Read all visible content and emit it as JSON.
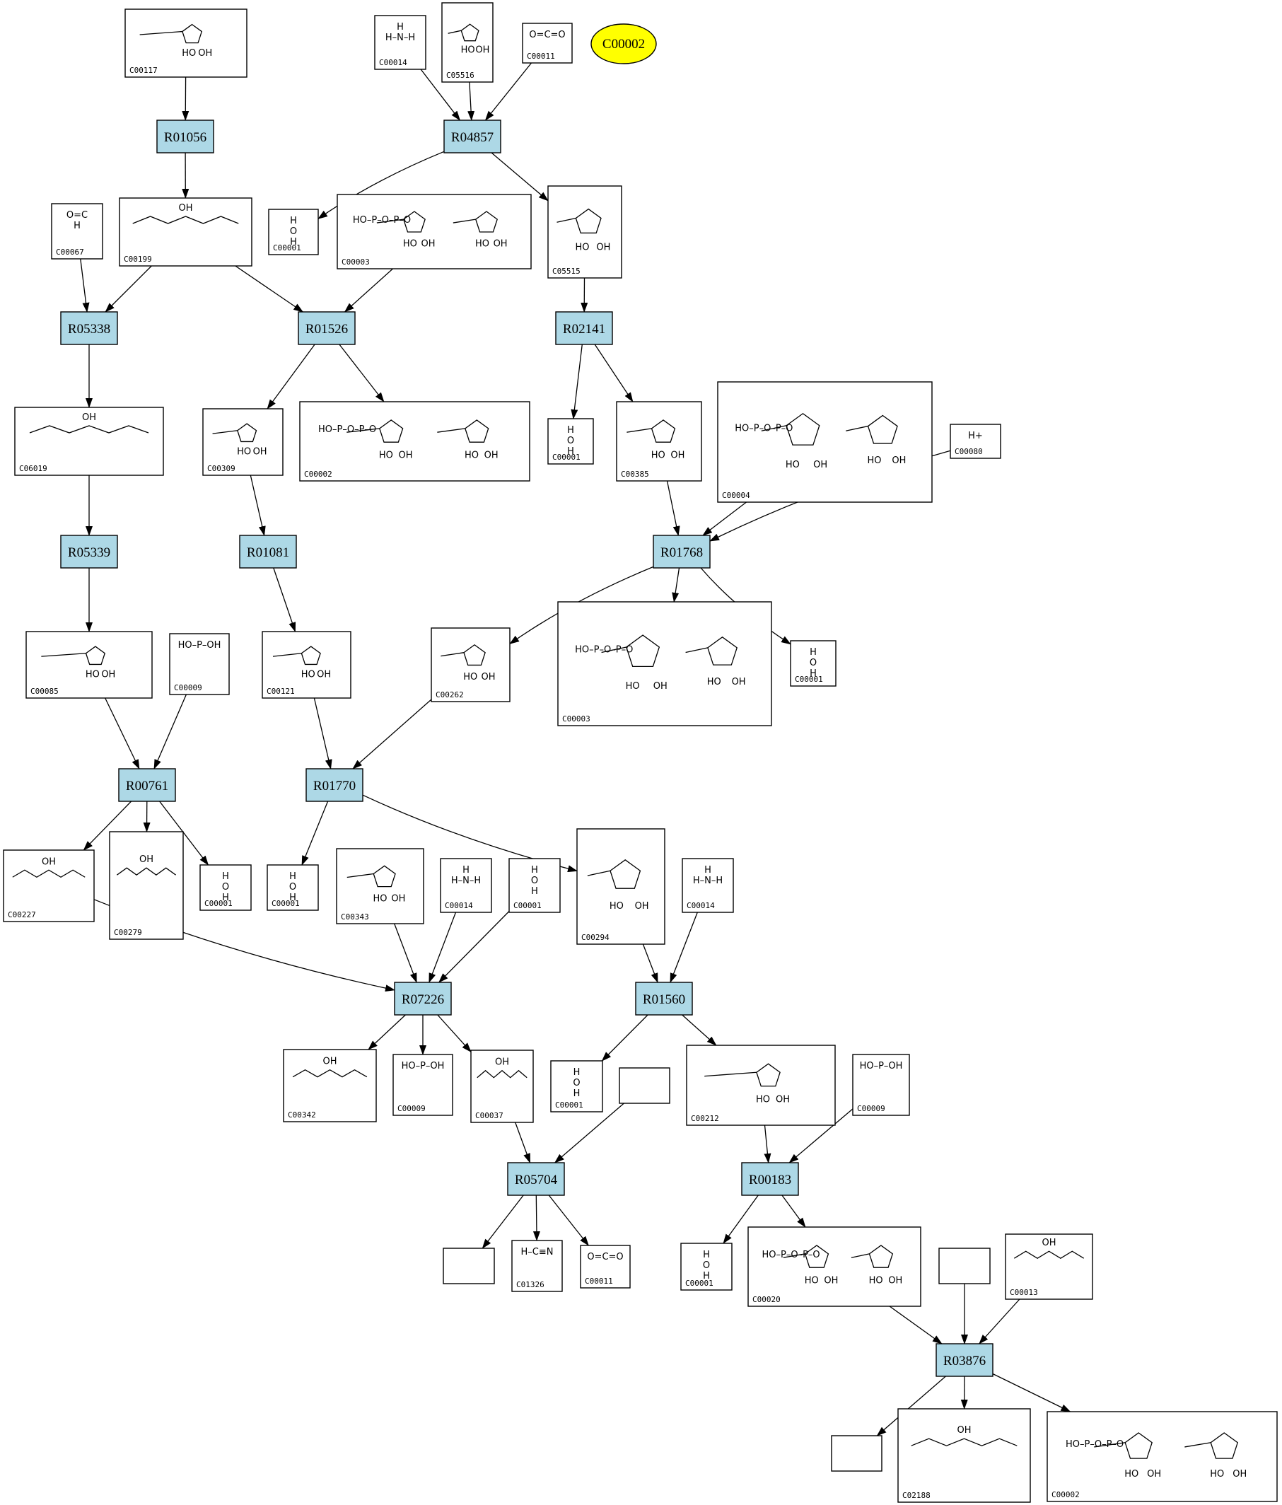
{
  "highlight": {
    "id": "C00002"
  },
  "reactions": [
    {
      "id": "R01056"
    },
    {
      "id": "R04857"
    },
    {
      "id": "R05338"
    },
    {
      "id": "R01526"
    },
    {
      "id": "R02141"
    },
    {
      "id": "R05339"
    },
    {
      "id": "R01081"
    },
    {
      "id": "R01768"
    },
    {
      "id": "R00761"
    },
    {
      "id": "R01770"
    },
    {
      "id": "R07226"
    },
    {
      "id": "R01560"
    },
    {
      "id": "R05704"
    },
    {
      "id": "R00183"
    },
    {
      "id": "R03876"
    }
  ],
  "compounds": [
    {
      "label": "C00117",
      "struct": "ring"
    },
    {
      "label": "C00014",
      "struct": "small",
      "atoms": [
        "H",
        "H–N–H"
      ]
    },
    {
      "label": "C05516",
      "struct": "ring"
    },
    {
      "label": "C00011",
      "struct": "small",
      "atoms": [
        "O=C=O"
      ]
    },
    {
      "label": "C00199",
      "struct": "chain"
    },
    {
      "label": "C00001",
      "struct": "small",
      "atoms": [
        "H",
        "O",
        "H"
      ]
    },
    {
      "label": "C00003",
      "struct": "big"
    },
    {
      "label": "C05515",
      "struct": "ring"
    },
    {
      "label": "C00067",
      "struct": "small",
      "atoms": [
        "O=C",
        "H"
      ]
    },
    {
      "label": "C06019",
      "struct": "chain"
    },
    {
      "label": "C00309",
      "struct": "ring"
    },
    {
      "label": "C00002",
      "struct": "big"
    },
    {
      "label": "C00001",
      "struct": "small",
      "atoms": [
        "H",
        "O",
        "H"
      ]
    },
    {
      "label": "C00385",
      "struct": "ring"
    },
    {
      "label": "C00004",
      "struct": "big"
    },
    {
      "label": "C00080",
      "struct": "small",
      "atoms": [
        "H+"
      ]
    },
    {
      "label": "C00085",
      "struct": "ring"
    },
    {
      "label": "C00009",
      "struct": "small",
      "atoms": [
        "HO–P–OH"
      ]
    },
    {
      "label": "C00121",
      "struct": "ring"
    },
    {
      "label": "C00262",
      "struct": "ring"
    },
    {
      "label": "C00003",
      "struct": "big"
    },
    {
      "label": "C00001",
      "struct": "small",
      "atoms": [
        "H",
        "O",
        "H"
      ]
    },
    {
      "label": "C00227",
      "struct": "chain"
    },
    {
      "label": "C00279",
      "struct": "chain"
    },
    {
      "label": "C00001",
      "struct": "small",
      "atoms": [
        "H",
        "O",
        "H"
      ]
    },
    {
      "label": "C00001",
      "struct": "small",
      "atoms": [
        "H",
        "O",
        "H"
      ]
    },
    {
      "label": "C00343",
      "struct": "ring"
    },
    {
      "label": "C00014",
      "struct": "small",
      "atoms": [
        "H",
        "H–N–H"
      ]
    },
    {
      "label": "C00001",
      "struct": "small",
      "atoms": [
        "H",
        "O",
        "H"
      ]
    },
    {
      "label": "C00294",
      "struct": "ring"
    },
    {
      "label": "C00014",
      "struct": "small",
      "atoms": [
        "H",
        "H–N–H"
      ]
    },
    {
      "label": "C00342",
      "struct": "chain"
    },
    {
      "label": "C00009",
      "struct": "small",
      "atoms": [
        "HO–P–OH"
      ]
    },
    {
      "label": "C00037",
      "struct": "chain"
    },
    {
      "label": "C00001",
      "struct": "small",
      "atoms": [
        "H",
        "O",
        "H"
      ]
    },
    {
      "label": "",
      "struct": "empty"
    },
    {
      "label": "C00212",
      "struct": "ring"
    },
    {
      "label": "C00009",
      "struct": "small",
      "atoms": [
        "HO–P–OH"
      ]
    },
    {
      "label": "",
      "struct": "empty"
    },
    {
      "label": "C01326",
      "struct": "small",
      "atoms": [
        "H–C≡N"
      ]
    },
    {
      "label": "C00011",
      "struct": "small",
      "atoms": [
        "O=C=O"
      ]
    },
    {
      "label": "C00001",
      "struct": "small",
      "atoms": [
        "H",
        "O",
        "H"
      ]
    },
    {
      "label": "C00020",
      "struct": "big"
    },
    {
      "label": "",
      "struct": "empty"
    },
    {
      "label": "C00013",
      "struct": "chain"
    },
    {
      "label": "",
      "struct": "empty"
    },
    {
      "label": "C02188",
      "struct": "chain"
    },
    {
      "label": "C00002",
      "struct": "big"
    }
  ]
}
